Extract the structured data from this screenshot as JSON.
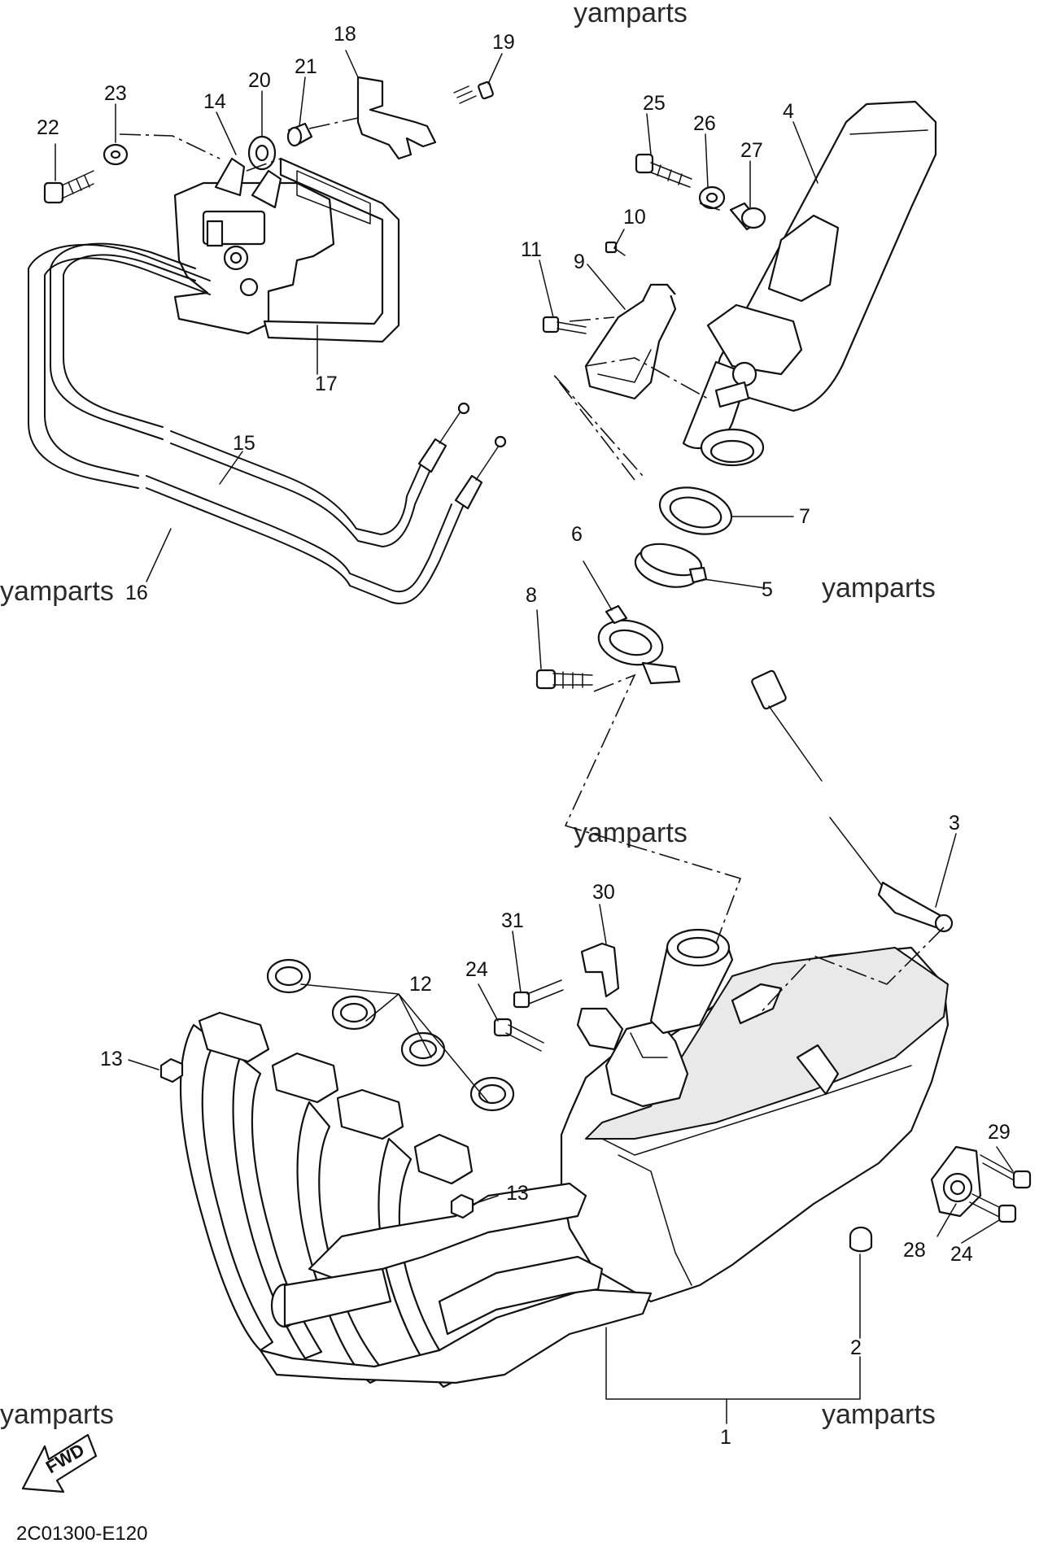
{
  "diagram": {
    "watermark": "yamparts",
    "drawing_code": "2C01300-E120",
    "fwd_label": "FWD",
    "callouts": {
      "c1": "1",
      "c2": "2",
      "c3": "3",
      "c4": "4",
      "c5": "5",
      "c6": "6",
      "c7": "7",
      "c8": "8",
      "c9": "9",
      "c10": "10",
      "c11": "11",
      "c12": "12",
      "c13a": "13",
      "c13b": "13",
      "c14": "14",
      "c15": "15",
      "c16": "16",
      "c17": "17",
      "c18": "18",
      "c19": "19",
      "c20": "20",
      "c21": "21",
      "c22": "22",
      "c23": "23",
      "c24a": "24",
      "c24b": "24",
      "c25": "25",
      "c26": "26",
      "c27": "27",
      "c28": "28",
      "c29": "29",
      "c30": "30",
      "c31": "31"
    }
  }
}
